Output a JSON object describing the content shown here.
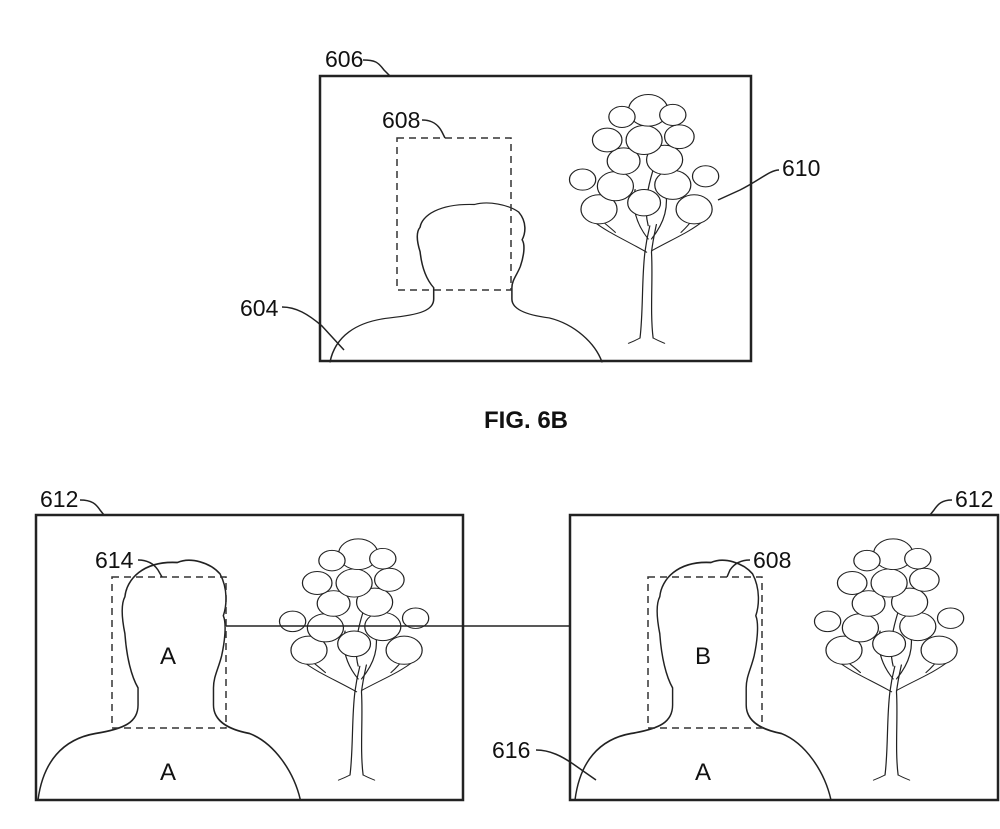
{
  "figure": {
    "caption": "FIG. 6B"
  },
  "top_panel": {
    "frame_ref": "606",
    "box_ref": "608",
    "person_ref": "604",
    "tree_ref": "610"
  },
  "bottom_left_panel": {
    "frame_ref": "612",
    "box_ref": "614",
    "head_letter": "A",
    "body_letter": "A"
  },
  "bottom_right_panel": {
    "frame_ref": "612",
    "box_ref": "608",
    "person_ref": "616",
    "head_letter": "B",
    "body_letter": "A"
  }
}
